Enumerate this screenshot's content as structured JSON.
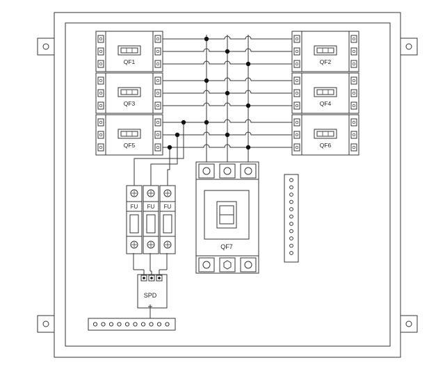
{
  "diagram": {
    "breakers": [
      {
        "id": "qf1",
        "label": "QF1"
      },
      {
        "id": "qf2",
        "label": "QF2"
      },
      {
        "id": "qf3",
        "label": "QF3"
      },
      {
        "id": "qf4",
        "label": "QF4"
      },
      {
        "id": "qf5",
        "label": "QF5"
      },
      {
        "id": "qf6",
        "label": "QF6"
      }
    ],
    "main_breaker": {
      "label": "QF7"
    },
    "fuses": [
      {
        "label": "FU"
      },
      {
        "label": "FU"
      },
      {
        "label": "FU"
      }
    ],
    "spd": {
      "label": "SPD"
    }
  }
}
